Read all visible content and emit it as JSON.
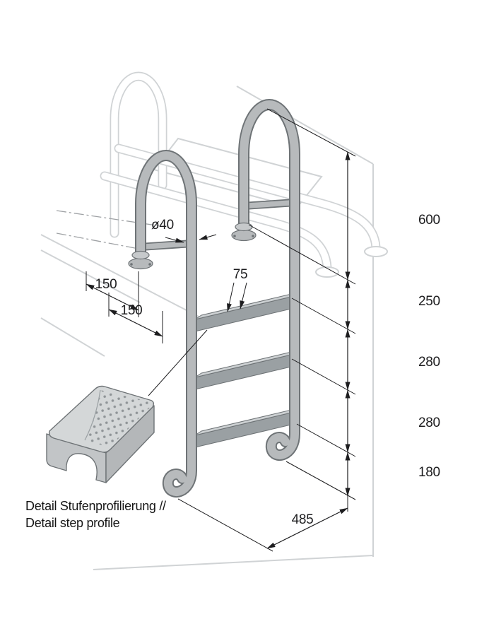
{
  "figure": {
    "dimensions": {
      "tube_diameter": "ø40",
      "step_depth": "75",
      "offset_1": "150",
      "offset_2": "150",
      "height_600": "600",
      "height_250": "250",
      "height_280_upper": "280",
      "height_280_lower": "280",
      "height_180": "180",
      "depth_485": "485"
    },
    "detail_caption": {
      "line1": "Detail Stufenprofilierung //",
      "line2": "Detail step profile"
    },
    "colors": {
      "paper": "#ffffff",
      "tube_fill": "#b7babc",
      "tube_outline": "#6e7376",
      "step_front": "#9aa0a3",
      "step_top": "#ccd0d2",
      "faded": "#d0d3d5",
      "dim": "#1d1d1f"
    }
  }
}
